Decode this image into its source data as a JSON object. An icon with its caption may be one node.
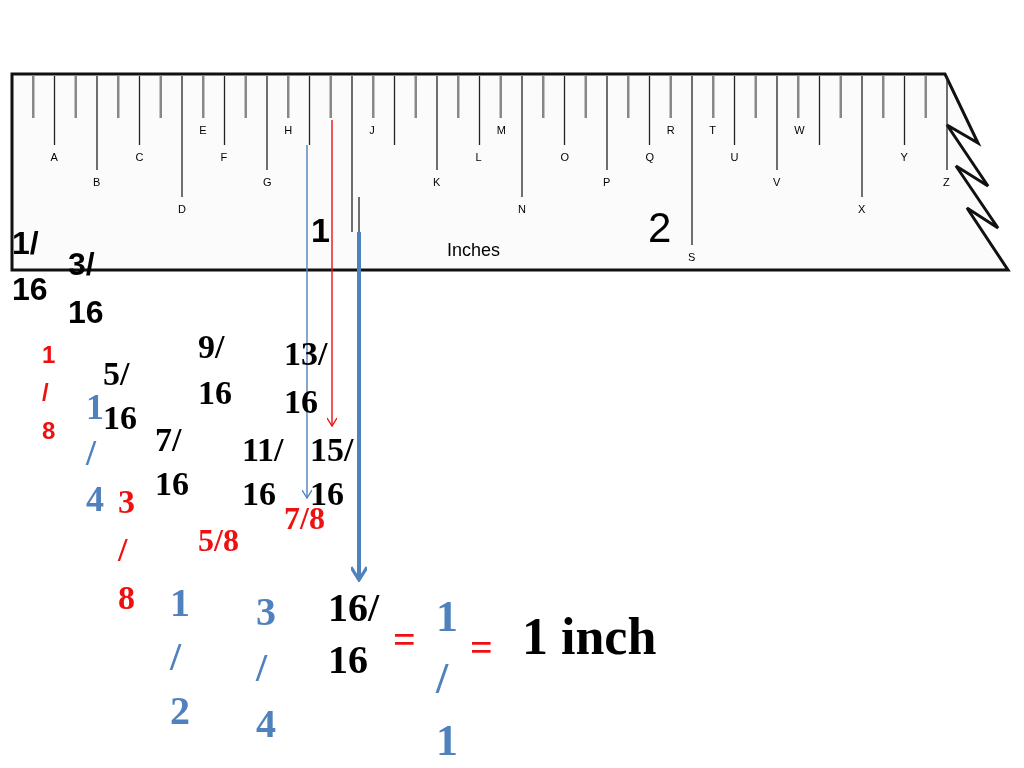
{
  "diagram": {
    "nodes": [
      {
        "text": [
          "15/ 16"
        ]
      },
      {
        "text": [
          "7/8"
        ]
      },
      {
        "text": [
          "16/ 16"
        ]
      }
    ],
    "edges": [
      {
        "from": null,
        "to": 1,
        "arrow": "to",
        "color": "#4f81bd"
      },
      {
        "from": null,
        "to": 0,
        "arrow": "to",
        "color": "#ee1111"
      },
      {
        "from": null,
        "to": 2,
        "arrow": "to",
        "style": "thick",
        "color": "#4f81bd"
      }
    ],
    "labels": [
      "A",
      "B",
      "C",
      "D",
      "E",
      "F",
      "G",
      "H",
      "J",
      "K",
      "L",
      "M",
      "N",
      "O",
      "P",
      "Q",
      "R",
      "S",
      "T",
      "U",
      "V",
      "W",
      "X",
      "Y",
      "Z",
      "1",
      "Inches",
      "2",
      "1/ 16",
      "3/ 16",
      "1 / 8",
      "5/ 16",
      "1 / 4",
      "9/ 16",
      "13/ 16",
      "7/ 16",
      "11/ 16",
      "3 / 8",
      "5/8",
      "1 / 2",
      "3 / 4",
      "=",
      "1 / 1",
      "=",
      "1 inch"
    ]
  }
}
